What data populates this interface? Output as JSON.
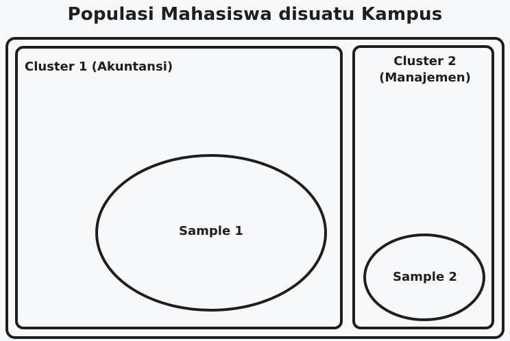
{
  "diagram": {
    "title": "Populasi Mahasiswa disuatu Kampus",
    "clusters": [
      {
        "label": "Cluster 1 (Akuntansi)",
        "sample": "Sample 1"
      },
      {
        "label_line1": "Cluster 2",
        "label_line2": "(Manajemen)",
        "sample": "Sample 2"
      }
    ],
    "colors": {
      "stroke": "#1e1e1e",
      "background": "#f7f8fa",
      "text": "#1e1e1e"
    }
  }
}
